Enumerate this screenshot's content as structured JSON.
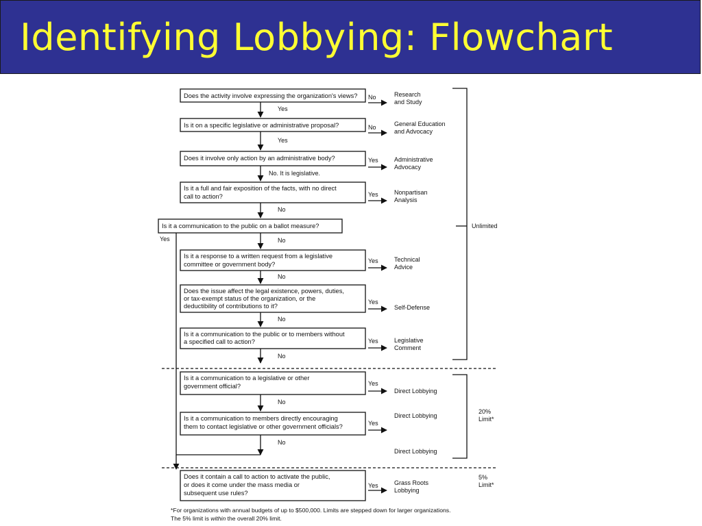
{
  "title": "Identifying Lobbying: Flowchart",
  "questions": {
    "q1": "Does the activity involve expressing the organization's views?",
    "q2": "Is it on a specific legislative or administrative proposal?",
    "q3": "Does it involve only action by an administrative body?",
    "q4_l1": "Is it a full and fair exposition of the facts, with no direct",
    "q4_l2": "call to action?",
    "q5": "Is it a communication to the public on a ballot measure?",
    "q6_l1": "Is it a response to a written request from a legislative",
    "q6_l2": "committee or government body?",
    "q7_l1": "Does the issue affect the legal existence, powers, duties,",
    "q7_l2": "or tax-exempt status of the organization, or the",
    "q7_l3": "deductibility of contributions to it?",
    "q8_l1": "Is it a communication to the public or to members without",
    "q8_l2": "a specified call to action?",
    "q9_l1": "Is it a communication to a legislative or other",
    "q9_l2": "government official?",
    "q10_l1": "Is it a communication to members directly encouraging",
    "q10_l2": "them to contact legislative or other government officials?",
    "q11_l1": "Does it contain a call to action to activate the public,",
    "q11_l2": "or does it come under the mass media or",
    "q11_l3": "subsequent use rules?"
  },
  "labels": {
    "yes": "Yes",
    "no": "No",
    "no_legislative": "No. It is legislative."
  },
  "results": {
    "r1_l1": "Research",
    "r1_l2": "and Study",
    "r2_l1": "General Education",
    "r2_l2": "and Advocacy",
    "r3_l1": "Administrative",
    "r3_l2": "Advocacy",
    "r4_l1": "Nonpartisan",
    "r4_l2": "Analysis",
    "r6_l1": "Technical",
    "r6_l2": "Advice",
    "r7": "Self-Defense",
    "r8_l1": "Legislative",
    "r8_l2": "Comment",
    "r9": "Direct Lobbying",
    "r10": "Direct Lobbying",
    "r10b": "Direct Lobbying",
    "r11_l1": "Grass Roots",
    "r11_l2": "Lobbying"
  },
  "limits": {
    "unlimited": "Unlimited",
    "twenty_l1": "20%",
    "twenty_l2": "Limit*",
    "five_l1": "5%",
    "five_l2": "Limit*"
  },
  "footnote": {
    "l1": "*For organizations with annual budgets of up to $500,000. Limits are stepped down for larger organizations.",
    "l2_a": "The 5% limit is ",
    "l2_b": "within",
    "l2_c": " the overall 20% limit."
  },
  "colors": {
    "title_bg": "#2e3192",
    "title_fg": "#ffff33"
  }
}
